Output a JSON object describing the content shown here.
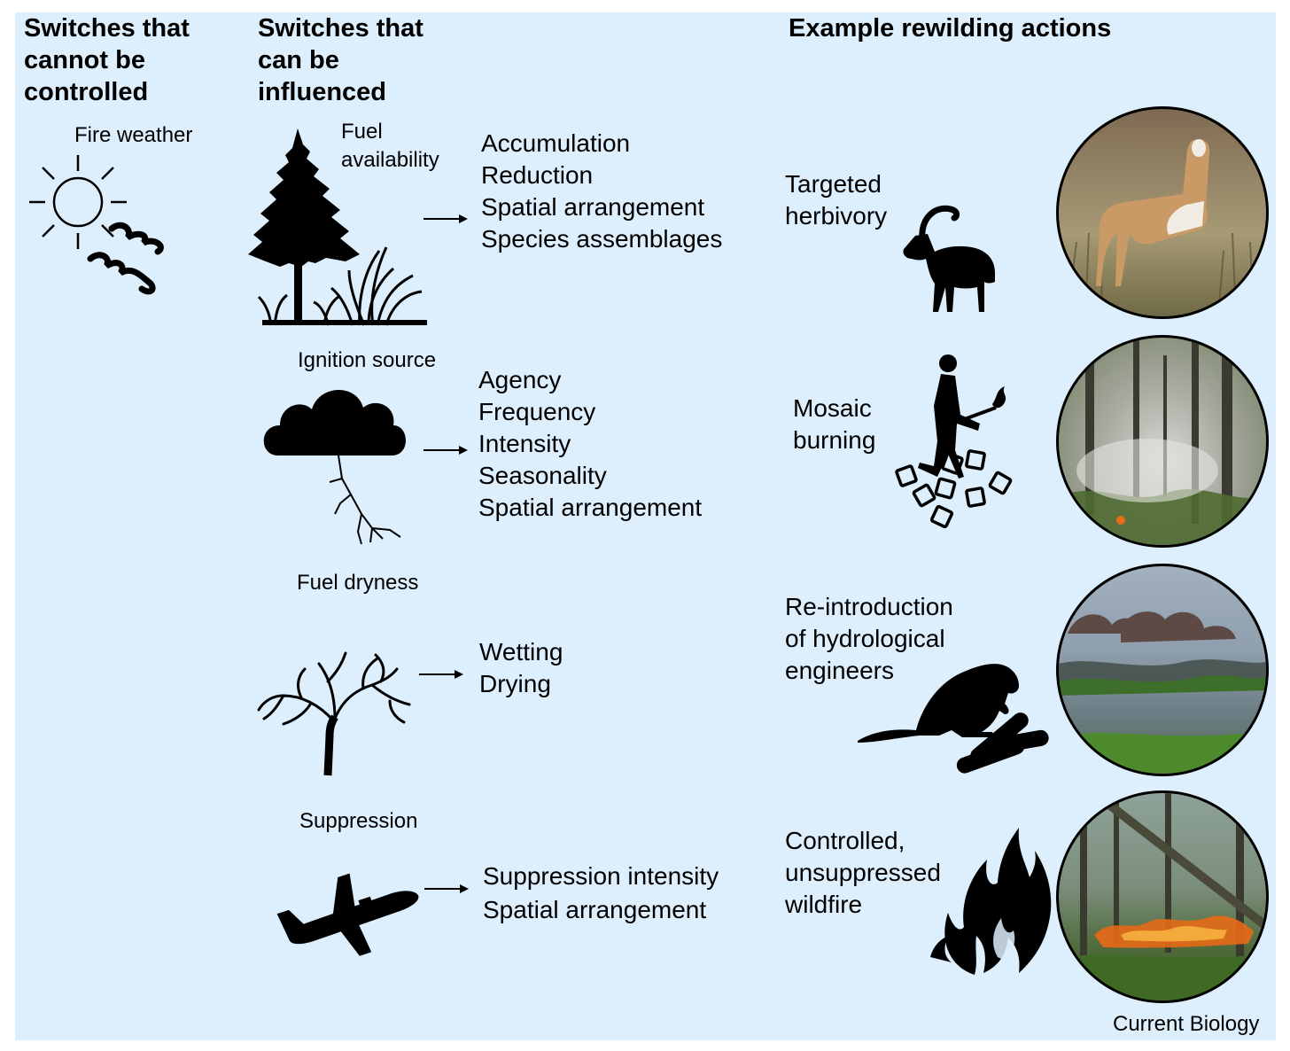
{
  "headers": {
    "uncontrolled": [
      "Switches that",
      "cannot be",
      "controlled"
    ],
    "influenced": [
      "Switches that",
      "can be",
      "influenced"
    ],
    "actions": "Example rewilding actions"
  },
  "uncontrolled_label": "Fire weather",
  "switches": [
    {
      "label_lines": [
        "Fuel",
        "availability"
      ],
      "icon": "tree-and-grass-icon",
      "items": [
        "Accumulation",
        "Reduction",
        "Spatial arrangement",
        "Species assemblages"
      ]
    },
    {
      "label_lines": [
        "Ignition source"
      ],
      "icon": "storm-cloud-lightning-icon",
      "items": [
        "Agency",
        "Frequency",
        "Intensity",
        "Seasonality",
        "Spatial arrangement"
      ]
    },
    {
      "label_lines": [
        "Fuel dryness"
      ],
      "icon": "dead-tree-icon",
      "items": [
        "Wetting",
        "Drying"
      ]
    },
    {
      "label_lines": [
        "Suppression"
      ],
      "icon": "airplane-icon",
      "items": [
        "Suppression intensity",
        "Spatial arrangement"
      ]
    }
  ],
  "actions": [
    {
      "lines": [
        "Targeted",
        "herbivory"
      ],
      "icon": "ibex-icon",
      "photo": "vicuna-photo"
    },
    {
      "lines": [
        "Mosaic",
        "burning"
      ],
      "icon": "person-with-torch-icon",
      "photo": "smoky-forest-photo"
    },
    {
      "lines": [
        "Re-introduction",
        "of hydrological",
        "engineers"
      ],
      "icon": "beaver-icon",
      "photo": "hippos-in-water-photo"
    },
    {
      "lines": [
        "Controlled,",
        "unsuppressed",
        "wildfire"
      ],
      "icon": "flame-icon",
      "photo": "forest-fire-photo"
    }
  ],
  "credit": "Current Biology",
  "colors": {
    "panel_bg": "#ddeefc",
    "silhouette": "#000000"
  }
}
